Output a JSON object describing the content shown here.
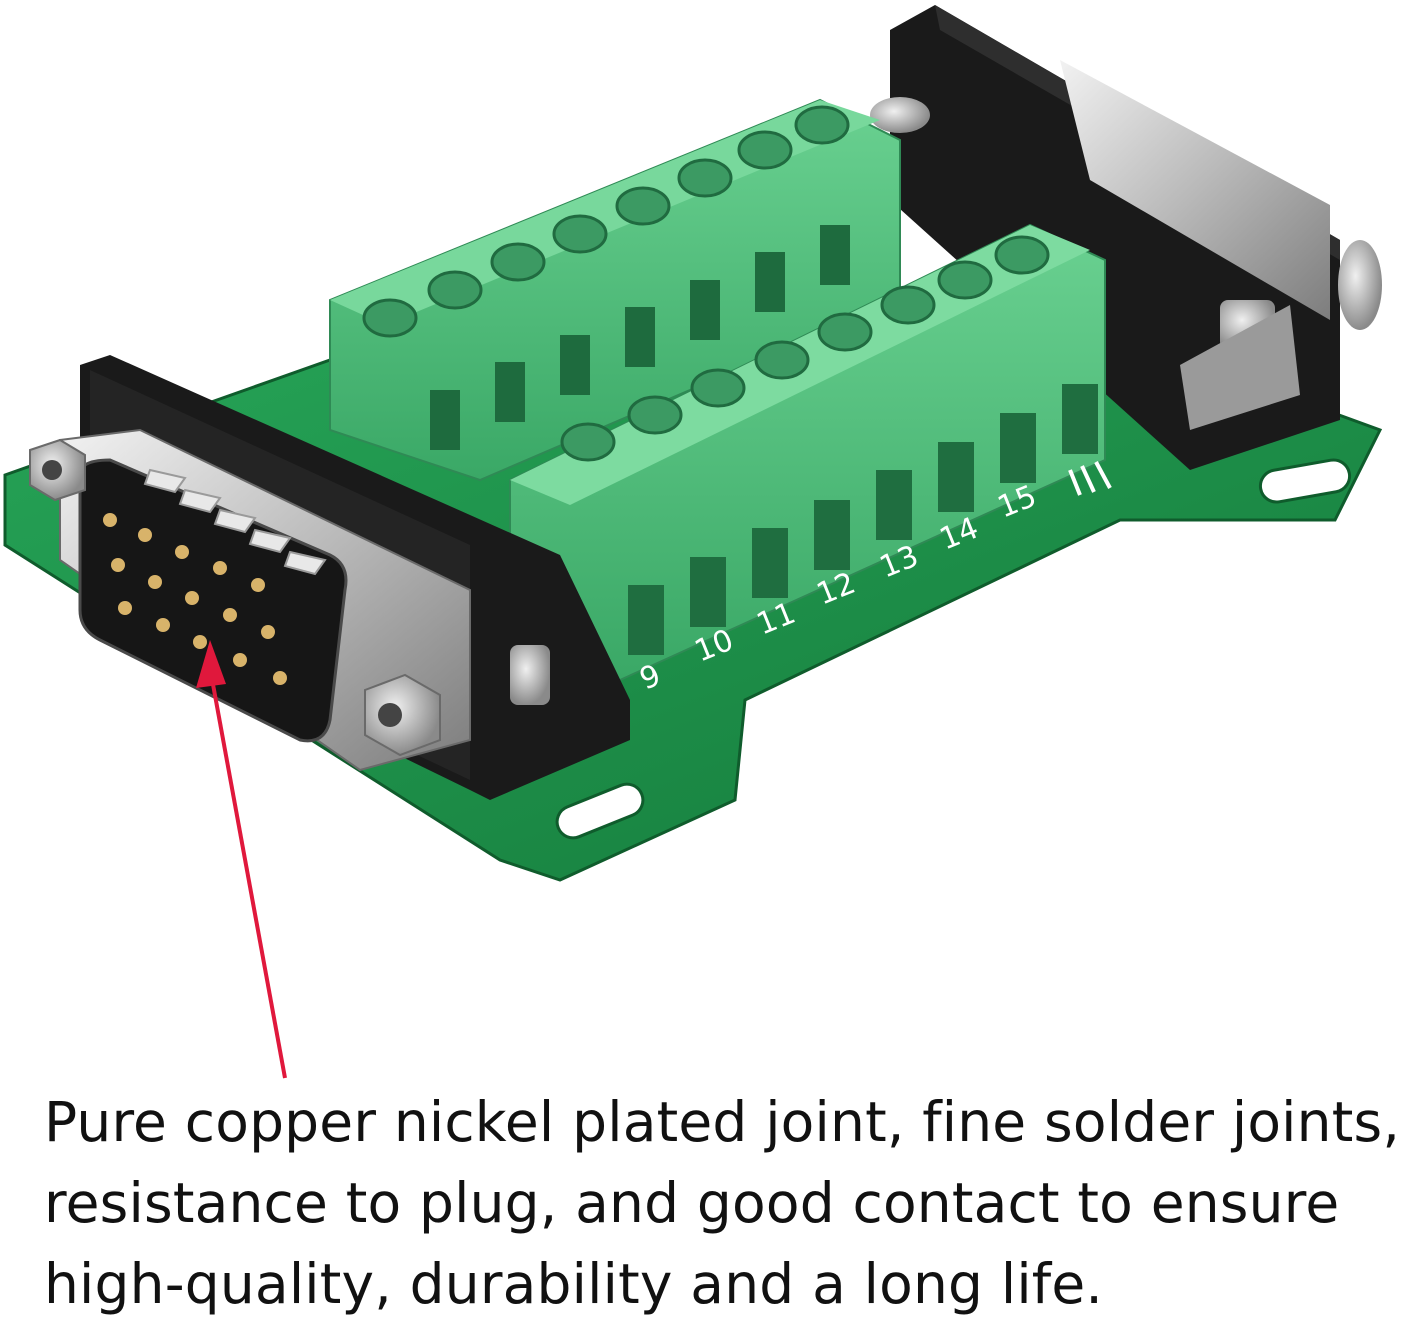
{
  "image": {
    "description_role": "product-photo",
    "arrow_color": "#e0183c",
    "pcb_color": "#1f9a4e",
    "terminal_color": "#4fbf7a",
    "connector_body_color": "#1a1a1a",
    "shell_color": "#c8c8c8"
  },
  "pin_labels": [
    "9",
    "10",
    "11",
    "12",
    "13",
    "14",
    "15"
  ],
  "caption": {
    "lines": [
      "Pure copper nickel plated joint, fine solder joints,",
      "resistance to plug, and good contact to ensure",
      "high-quality, durability and a long life."
    ]
  }
}
